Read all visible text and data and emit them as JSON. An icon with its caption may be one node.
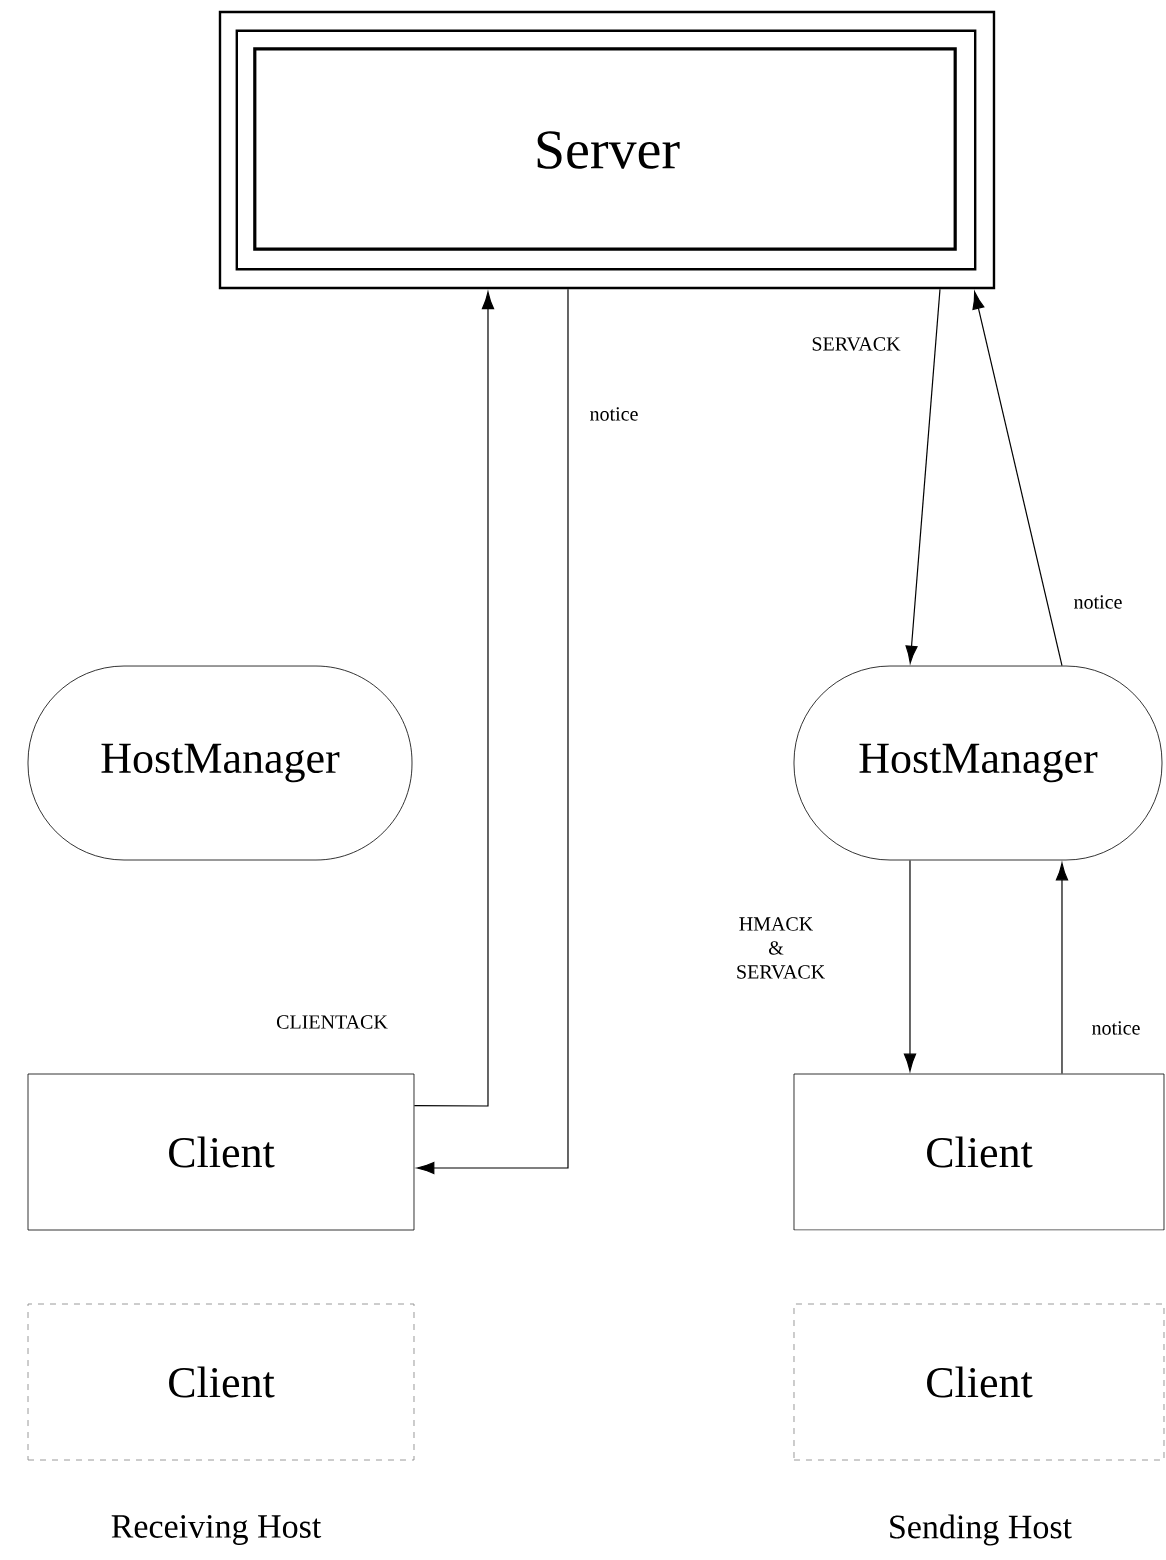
{
  "diagram": {
    "nodes": [
      {
        "text": [
          "Server"
        ]
      },
      {
        "text": [
          "HostManager"
        ]
      },
      {
        "text": [
          "HostManager"
        ]
      },
      {
        "text": [
          "Client"
        ]
      },
      {
        "text": [
          "Client"
        ]
      },
      {
        "text": [
          "Client"
        ]
      },
      {
        "text": [
          "Client"
        ]
      }
    ],
    "edges": [
      {
        "from": 3,
        "to": 0,
        "arrow": "to",
        "label": "CLIENTACK"
      },
      {
        "from": 0,
        "to": 3,
        "arrow": "to",
        "label": "notice"
      },
      {
        "from": 0,
        "to": 2,
        "arrow": "to",
        "label": "SERVACK"
      },
      {
        "from": 2,
        "to": 0,
        "arrow": "to",
        "label": "notice"
      },
      {
        "from": 2,
        "to": 4,
        "arrow": "to",
        "label": "HMACK & SERVACK"
      },
      {
        "from": 4,
        "to": 2,
        "arrow": "to",
        "label": "notice"
      }
    ],
    "labels": [
      "Receiving Host",
      "Sending Host"
    ]
  }
}
